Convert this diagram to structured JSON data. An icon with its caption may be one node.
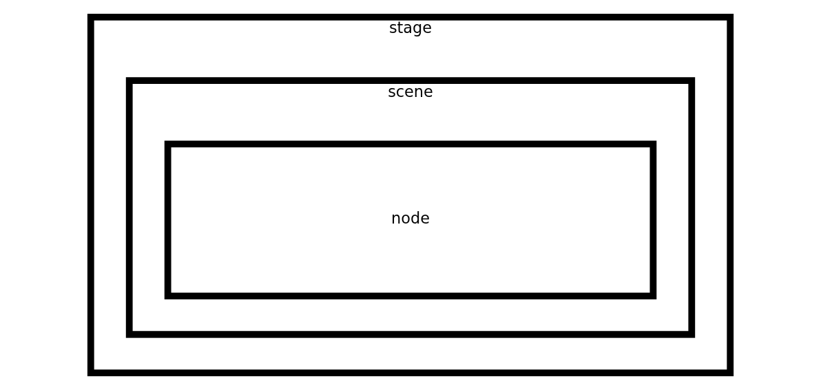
{
  "diagram": {
    "nodes": [
      {
        "text": [
          "stage"
        ]
      },
      {
        "text": [
          "scene"
        ],
        "in": 0
      },
      {
        "text": [
          "node"
        ],
        "in": 1
      }
    ]
  }
}
